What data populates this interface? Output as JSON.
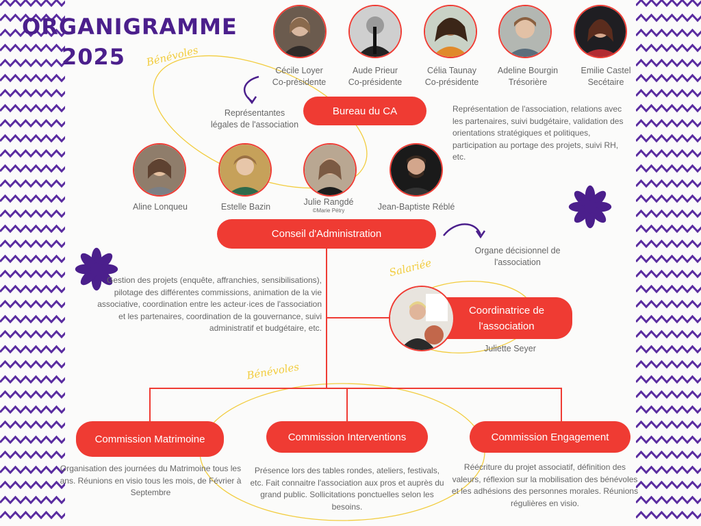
{
  "title": {
    "line1": "ORGANIGRAMME",
    "line2": "2025"
  },
  "labels": {
    "benevoles_top": "Bénévoles",
    "salariee": "Salariée",
    "benevoles_bottom": "Bénévoles"
  },
  "bureau": {
    "members": [
      {
        "name": "Cécile Loyer",
        "role": "Co-présidente"
      },
      {
        "name": "Aude Prieur",
        "role": "Co-présidente"
      },
      {
        "name": "Célia Taunay",
        "role": "Co-présidente"
      },
      {
        "name": "Adeline Bourgin",
        "role": "Trésorière"
      },
      {
        "name": "Emilie Castel",
        "role": "Secétaire"
      }
    ],
    "label": "Bureau du CA",
    "note_line1": "Représentantes",
    "note_line2": "légales de l'association",
    "description": "Représentation de l'association, relations avec les partenaires, suivi budgétaire, validation des orientations stratégiques et politiques, participation au portage des projets, suivi RH, etc."
  },
  "ca_members": [
    {
      "name": "Aline Lonqueu"
    },
    {
      "name": "Estelle Bazin"
    },
    {
      "name": "Julie Rangdé",
      "credit": "©Marie Pétry"
    },
    {
      "name": "Jean-Baptiste Réblé"
    }
  ],
  "ca": {
    "label": "Conseil d'Administration",
    "note_line1": "Organe décisionnel de",
    "note_line2": "l'association",
    "description": "Gestion des projets (enquête, affranchies, sensibilisations), pilotage des différentes commissions, animation de la vie associative, coordination entre les acteur·ices de l'association et les partenaires, coordination de la gouvernance, suivi administratif et budgétaire, etc."
  },
  "coordinatrice": {
    "label": "Coordinatrice de l'association",
    "name": "Juliette Seyer"
  },
  "commissions": [
    {
      "label": "Commission Matrimoine",
      "description": "Organisation des journées du Matrimoine tous les ans. Réunions en visio tous les mois, de Février à Septembre"
    },
    {
      "label": "Commission Interventions",
      "description": "Présence lors des tables rondes, ateliers, festivals, etc. Fait connaitre l'association aux pros et auprès du grand public. Sollicitations ponctuelles selon les besoins."
    },
    {
      "label": "Commission Engagement",
      "description": "Réécriture du projet associatif, définition des valeurs, réflexion sur la mobilisation des bénévoles et les adhésions des personnes morales. Réunions régulières en visio."
    }
  ],
  "colors": {
    "accent": "#ef3b33",
    "purple": "#4b1f8c",
    "yellow": "#f2cc3d"
  }
}
